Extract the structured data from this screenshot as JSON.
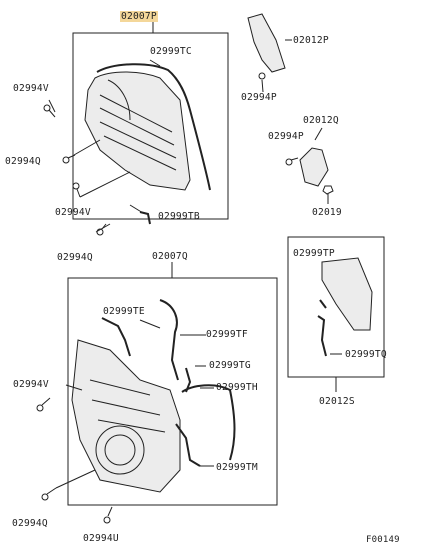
{
  "labels": {
    "top_group": "02007P",
    "upper_cover_seal": "02999TC",
    "bolt_v_upper": "02994V",
    "bolt_q_upper": "02994Q",
    "bolt_v_mid": "02994V",
    "seal_tb": "02999TB",
    "bolt_q_lower": "02994Q",
    "bracket_12p": "02012P",
    "bolt_p_top": "02994P",
    "bracket_12q": "02012Q",
    "bolt_p_mid": "02994P",
    "nut_2019": "02019",
    "lower_group": "02007Q",
    "seal_te": "02999TE",
    "seal_tf": "02999TF",
    "seal_tg": "02999TG",
    "seal_th": "02999TH",
    "seal_tm": "02999TM",
    "bolt_v_lower": "02994V",
    "bolt_q_bottom": "02994Q",
    "bolt_u": "02994U",
    "seal_tp": "02999TP",
    "seal_tq": "02999TQ",
    "group_12s": "02012S",
    "figure_code": "F00149"
  },
  "colors": {
    "line": "#222222",
    "highlight": "#f4d79a",
    "part_fill": "#ececec"
  }
}
